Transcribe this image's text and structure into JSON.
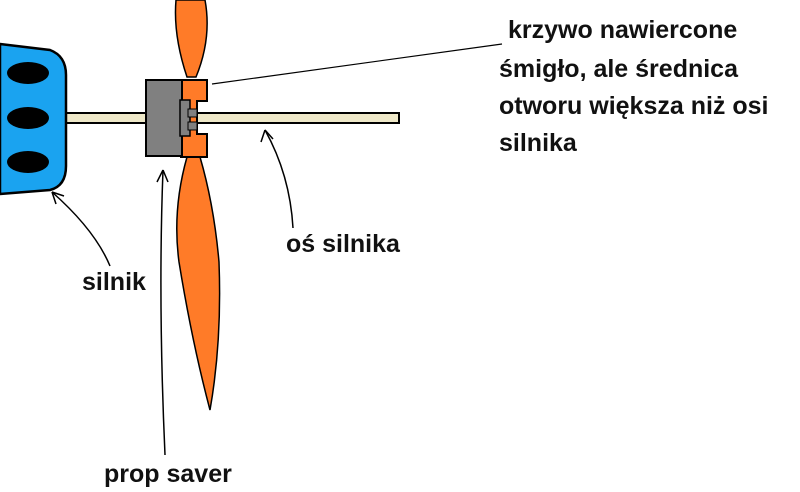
{
  "labels": {
    "propeller_note": [
      "krzywo nawiercone",
      "śmigło, ale średnica",
      "otworu większa niż osi",
      "silnika"
    ],
    "shaft": "oś silnika",
    "motor": "silnik",
    "prop_saver": "prop saver"
  },
  "colors": {
    "motor": "#1aa3f0",
    "shaft": "#eee8c8",
    "prop_saver": "#808080",
    "propeller": "#ff7b28",
    "outline": "#000000"
  }
}
